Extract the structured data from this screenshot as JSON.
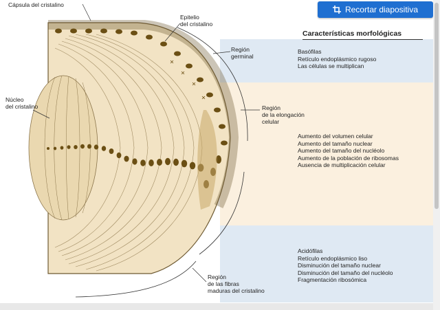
{
  "button": {
    "label": "Recortar diapositiva",
    "icon": "crop-icon"
  },
  "table": {
    "heading": "Características morfológicas"
  },
  "labels": {
    "capsula": "Cápsula del cristalino",
    "epitelio": [
      "Epitelio",
      "del cristalino"
    ],
    "nucleo": [
      "Núcleo",
      "del cristalino"
    ],
    "germinal": [
      "Región",
      "germinal"
    ],
    "elongacion": [
      "Región",
      "de la elongación",
      "celular"
    ],
    "fibras": [
      "Región",
      "de las fibras",
      "maduras del cristalino"
    ]
  },
  "regions": {
    "germinal": [
      "Basófilas",
      "Retículo endoplásmico rugoso",
      "Las células se multiplican"
    ],
    "elongacion": [
      "Aumento del volumen celular",
      "Aumento del tamaño nuclear",
      "Aumento del tamaño del nucléolo",
      "Aumento de la población de ribosomas",
      "Ausencia de multiplicación celular"
    ],
    "fibras": [
      "Acidófilas",
      "Retículo endoplásmico liso",
      "Disminución del tamaño nuclear",
      "Disminución del tamaño del nucléolo",
      "Fragmentación ribosómica"
    ]
  },
  "colors": {
    "accent": "#1f6fd1",
    "band_blue": "#dfe9f3",
    "band_cream": "#fbf0df",
    "lens_fill": "#f2e3c4",
    "nucleus_dot": "#6b4f14"
  }
}
